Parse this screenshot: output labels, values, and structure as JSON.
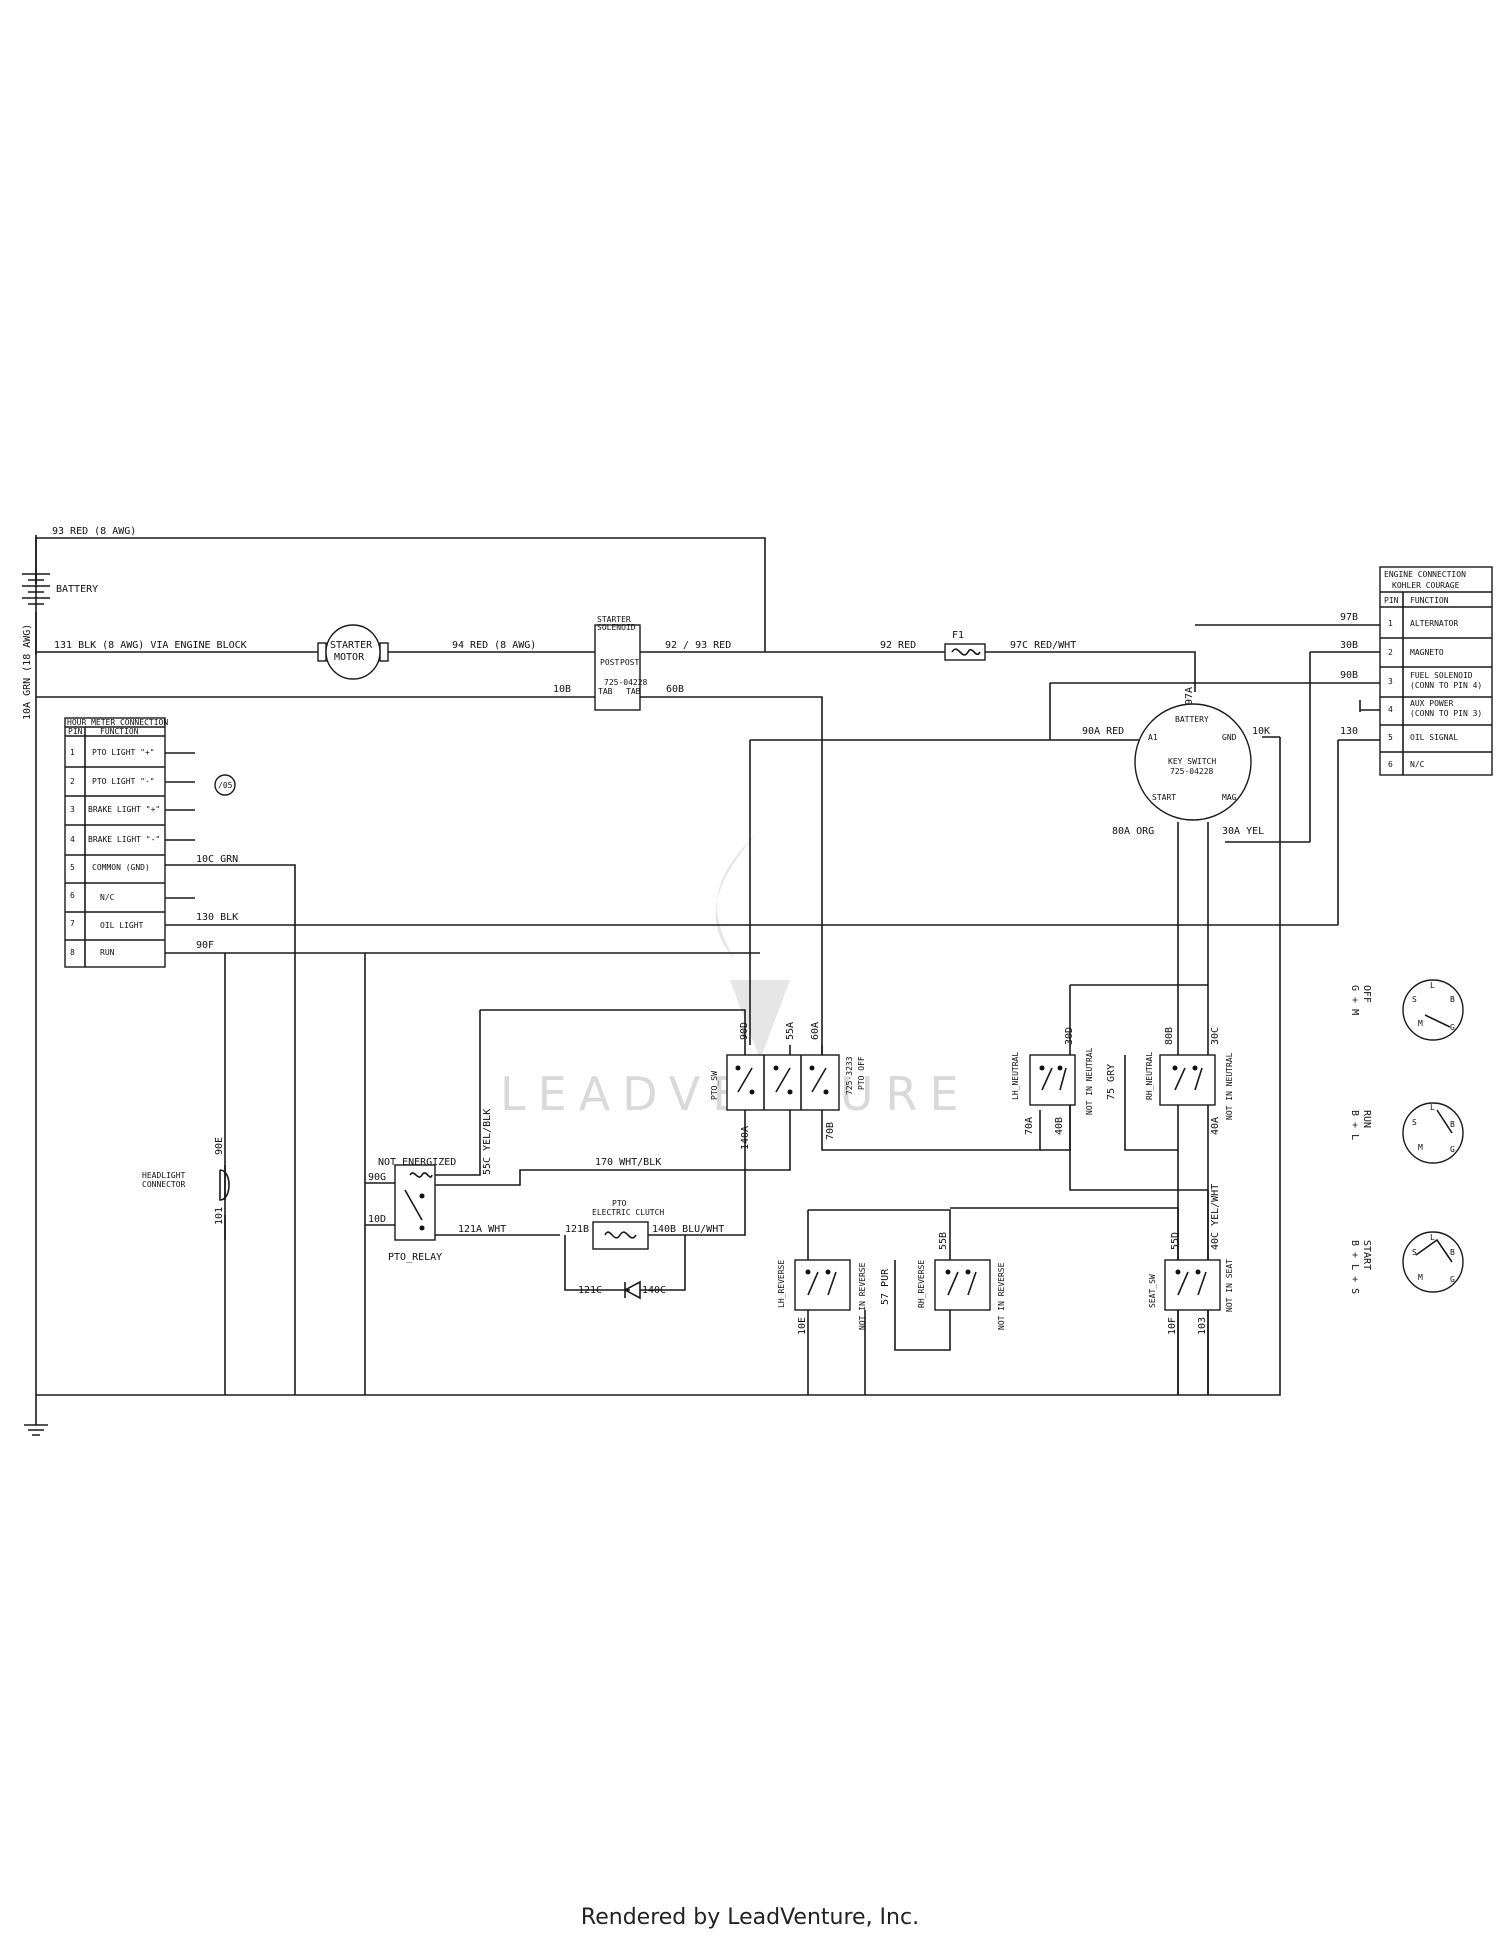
{
  "footer": "Rendered by LeadVenture, Inc.",
  "watermark": "LEADVENTURE",
  "components": {
    "battery": "BATTERY",
    "starter_motor": [
      "STARTER",
      "MOTOR"
    ],
    "starter_solenoid": [
      "STARTER",
      "SOLENOID"
    ],
    "solenoid_post_a": "POST",
    "solenoid_post_b": "POST",
    "solenoid_part": "725-04228",
    "solenoid_tab_a": "TAB",
    "solenoid_tab_b": "TAB",
    "fuse": "F1",
    "key_switch": [
      "KEY SWITCH",
      "725-04228"
    ],
    "key_battery": "BATTERY",
    "key_a1": "A1",
    "key_gnd": "GND",
    "key_start": "START",
    "key_mag": "MAG",
    "headlight": [
      "HEADLIGHT",
      "CONNECTOR"
    ],
    "pto_relay": "PTO_RELAY",
    "not_energized": "NOT ENERGIZED",
    "pto_clutch": [
      "PTO",
      "ELECTRIC CLUTCH"
    ],
    "pto_sw": "PTO_SW",
    "pto_sw_part": "725-3233",
    "pto_off": "PTO OFF",
    "lh_neutral": "LH_NEUTRAL",
    "rh_neutral": "RH_NEUTRAL",
    "lh_reverse": "LH_REVERSE",
    "rh_reverse": "RH_REVERSE",
    "seat_sw": "SEAT_SW",
    "not_in_neutral": "NOT IN NEUTRAL",
    "not_in_reverse": "NOT IN REVERSE",
    "not_in_seat": "NOT IN SEAT",
    "circle_label": "/05"
  },
  "wires": {
    "w93": "93 RED (8 AWG)",
    "w131": "131 BLK (8 AWG) VIA ENGINE BLOCK",
    "w94": "94 RED (8 AWG)",
    "w92_93": "92 / 93 RED",
    "w92": "92 RED",
    "w97c": "97C RED/WHT",
    "w10a": "10A GRN (18 AWG)",
    "w10b": "10B",
    "w60b": "60B",
    "w97b": "97B",
    "w30b": "30B",
    "w90b": "90B",
    "w130": "130",
    "w97a": "97A",
    "w90a": "90A RED",
    "w10k": "10K",
    "w80a": "80A ORG",
    "w30a": "30A YEL",
    "w10c": "10C GRN",
    "w130blk": "130 BLK",
    "w90f": "90F",
    "w90d": "90D",
    "w55a": "55A",
    "w60a": "60A",
    "w140a": "140A",
    "w70b": "70B",
    "w55c": "55C YEL/BLK",
    "w170": "170 WHT/BLK",
    "w90g": "90G",
    "w10d": "10D",
    "w121a": "121A WHT",
    "w121b": "121B",
    "w140b": "140B BLU/WHT",
    "w121c": "121C",
    "w140c": "140C",
    "w90e": "90E",
    "w101": "101",
    "w30d": "30D",
    "w70a": "70A",
    "w40b": "40B",
    "w75": "75 GRY",
    "w80b": "80B",
    "w30c": "30C",
    "w40a": "40A",
    "w40c": "40C YEL/WHT",
    "w10e": "10E",
    "w57": "57 PUR",
    "w55b": "55B",
    "w55d": "55D",
    "w10f": "10F",
    "w103": "103"
  },
  "hour_meter": {
    "title": "HOUR METER CONNECTION",
    "headers": [
      "PIN",
      "FUNCTION"
    ],
    "rows": [
      [
        "1",
        "PTO LIGHT \"+\""
      ],
      [
        "2",
        "PTO LIGHT \"-\""
      ],
      [
        "3",
        "BRAKE LIGHT \"+\""
      ],
      [
        "4",
        "BRAKE LIGHT \"-\""
      ],
      [
        "5",
        "COMMON (GND)"
      ],
      [
        "6",
        "N/C"
      ],
      [
        "7",
        "OIL LIGHT"
      ],
      [
        "8",
        "RUN"
      ]
    ]
  },
  "engine_connection": {
    "title": [
      "ENGINE CONNECTION",
      "KOHLER COURAGE"
    ],
    "headers": [
      "PIN",
      "FUNCTION"
    ],
    "rows": [
      [
        "1",
        "ALTERNATOR",
        ""
      ],
      [
        "2",
        "MAGNETO",
        ""
      ],
      [
        "3",
        "FUEL SOLENOID",
        "(CONN TO PIN 4)"
      ],
      [
        "4",
        "AUX POWER",
        "(CONN TO PIN 3)"
      ],
      [
        "5",
        "OIL SIGNAL",
        ""
      ],
      [
        "6",
        "N/C",
        ""
      ]
    ]
  },
  "key_positions": [
    {
      "name": "OFF",
      "combo": "G + M"
    },
    {
      "name": "RUN",
      "combo": "B + L"
    },
    {
      "name": "START",
      "combo": "B + L + S"
    }
  ],
  "key_letters": {
    "b": "B",
    "l": "L",
    "s": "S",
    "m": "M",
    "g": "G"
  }
}
